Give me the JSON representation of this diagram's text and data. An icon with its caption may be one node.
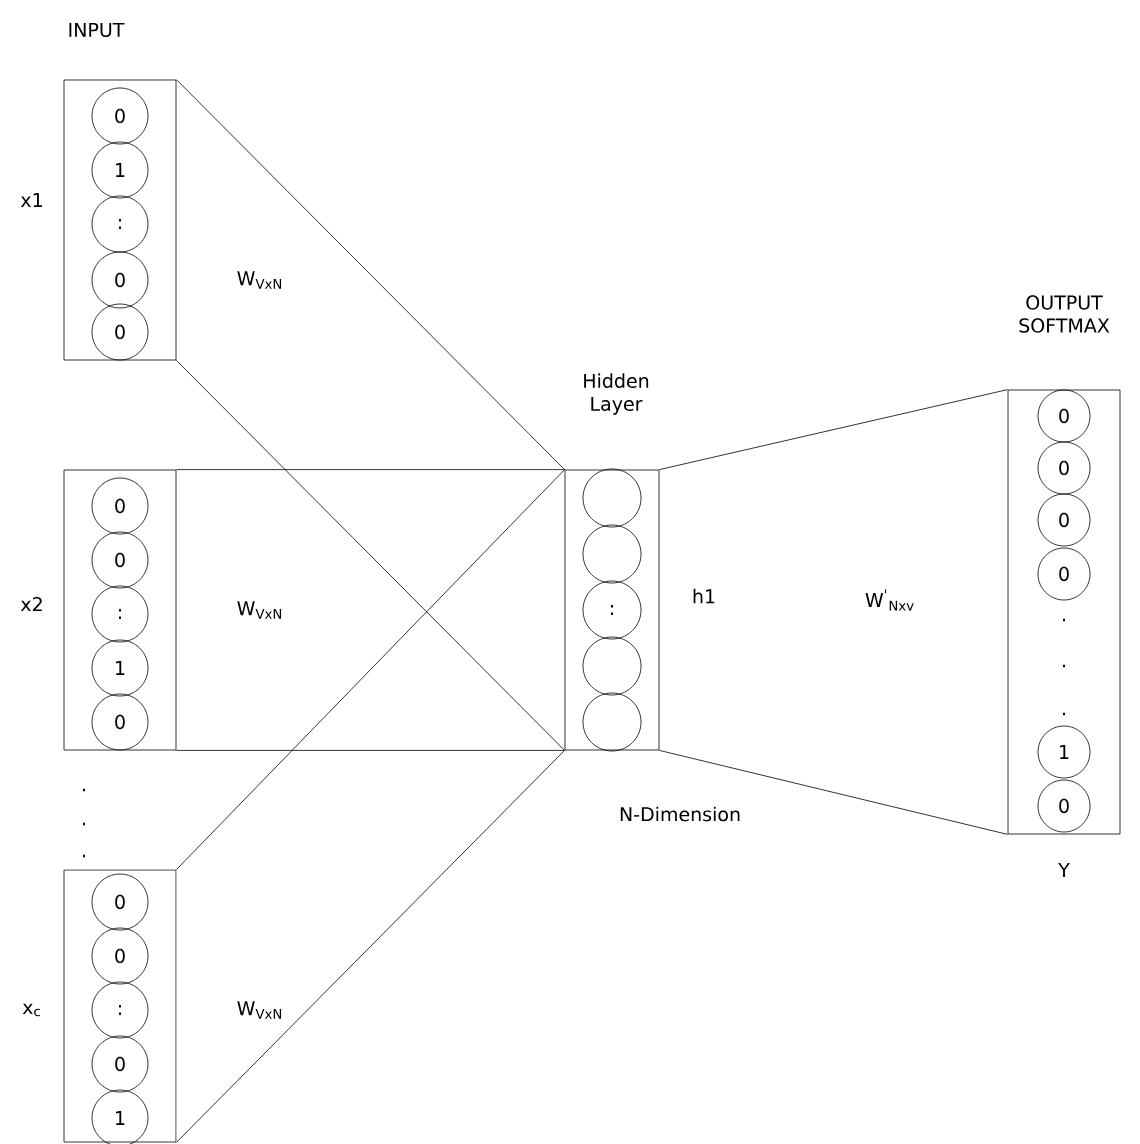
{
  "diagram": {
    "nodes": [
      {
        "text": [
          "INPUT"
        ],
        "beside": [
          "x1"
        ]
      },
      {
        "text": [
          "0"
        ],
        "in": 0
      },
      {
        "text": [
          "1"
        ],
        "in": 0
      },
      {
        "text": [
          ":"
        ],
        "in": 0
      },
      {
        "text": [
          "0"
        ],
        "in": 0
      },
      {
        "text": [
          "0"
        ],
        "in": 0
      },
      {
        "text": [],
        "shape": "box",
        "beside": [
          "x2"
        ]
      },
      {
        "text": [
          "0"
        ],
        "in": 6
      },
      {
        "text": [
          "0"
        ],
        "in": 6
      },
      {
        "text": [
          ":"
        ],
        "in": 6
      },
      {
        "text": [
          "1"
        ],
        "in": 6
      },
      {
        "text": [
          "0"
        ],
        "in": 6
      },
      {
        "text": [],
        "shape": "box",
        "beside": [
          "x$_{c}$"
        ]
      },
      {
        "text": [
          "0"
        ],
        "in": 12
      },
      {
        "text": [
          "0"
        ],
        "in": 12
      },
      {
        "text": [
          ":"
        ],
        "in": 12
      },
      {
        "text": [
          "0"
        ],
        "in": 12
      },
      {
        "text": [
          "1"
        ],
        "in": 12
      },
      {
        "text": [
          "Hidden Layer"
        ],
        "beside": [
          "h1",
          "N-Dimension"
        ]
      },
      {
        "text": [],
        "shape": "circle",
        "in": 18
      },
      {
        "text": [],
        "shape": "circle",
        "in": 18
      },
      {
        "text": [
          ":"
        ],
        "in": 18
      },
      {
        "text": [],
        "shape": "circle",
        "in": 18
      },
      {
        "text": [],
        "shape": "circle",
        "in": 18
      },
      {
        "text": [
          "OUTPUT SOFTMAX"
        ],
        "beside": [
          "Y"
        ]
      },
      {
        "text": [
          "0"
        ],
        "in": 24
      },
      {
        "text": [
          "0"
        ],
        "in": 24
      },
      {
        "text": [
          "0"
        ],
        "in": 24
      },
      {
        "text": [
          "0"
        ],
        "in": 24
      },
      {
        "text": [
          "1"
        ],
        "in": 24
      },
      {
        "text": [
          "0"
        ],
        "in": 24
      }
    ],
    "edges": [
      {
        "from": 0,
        "to": 18,
        "arrow": "none"
      },
      {
        "from": 6,
        "to": 18,
        "arrow": "none"
      },
      {
        "from": 12,
        "to": 18,
        "arrow": "none"
      },
      {
        "from": 18,
        "to": 24,
        "arrow": "none"
      }
    ],
    "labels": [
      "W$_{VxN}$",
      "W$^{'}$$_{Nxv}$",
      "W$_{VxN}$",
      ".",
      ".",
      ".",
      ".",
      ".",
      ".",
      "W$_{VxN}$"
    ]
  }
}
